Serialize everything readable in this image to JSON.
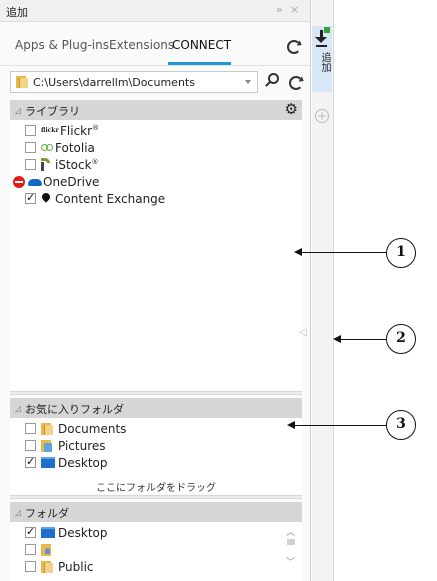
{
  "panel": {
    "title": "追加",
    "title_controls": [
      "»",
      "×"
    ]
  },
  "tabs": [
    {
      "label": "Apps & Plug-ins"
    },
    {
      "label": "Extensions"
    },
    {
      "label": "CONNECT"
    }
  ],
  "path": {
    "value": "C:\\Users\\darrellm\\Documents"
  },
  "library": {
    "header": "ライブラリ",
    "items": [
      {
        "label": "Flickr",
        "badge": "flickr",
        "sup": "®",
        "checked": false
      },
      {
        "label": "Fotolia",
        "sup": "",
        "checked": false
      },
      {
        "label": "iStock",
        "sup": "®",
        "checked": false
      },
      {
        "label": "OneDrive",
        "sup": "",
        "checked": false
      },
      {
        "label": "Content Exchange",
        "sup": "",
        "checked": true
      }
    ]
  },
  "favorites": {
    "header": "お気に入りフォルダ",
    "items": [
      {
        "label": "Documents",
        "checked": false
      },
      {
        "label": "Pictures",
        "checked": false
      },
      {
        "label": "Desktop",
        "checked": true
      }
    ],
    "drop_hint": "ここにフォルダをドラッグ"
  },
  "folders": {
    "header": "フォルダ",
    "items": [
      {
        "label": "Desktop",
        "checked": true
      },
      {
        "label": "",
        "checked": false
      },
      {
        "label": "Public",
        "checked": false
      }
    ]
  },
  "side_tab": {
    "label": "追加"
  },
  "callouts": [
    "1",
    "2",
    "3"
  ],
  "colors": {
    "accent": "#1c9bd6",
    "section_header": "#d6d6d6",
    "side_tab": "#d7e7f5"
  }
}
